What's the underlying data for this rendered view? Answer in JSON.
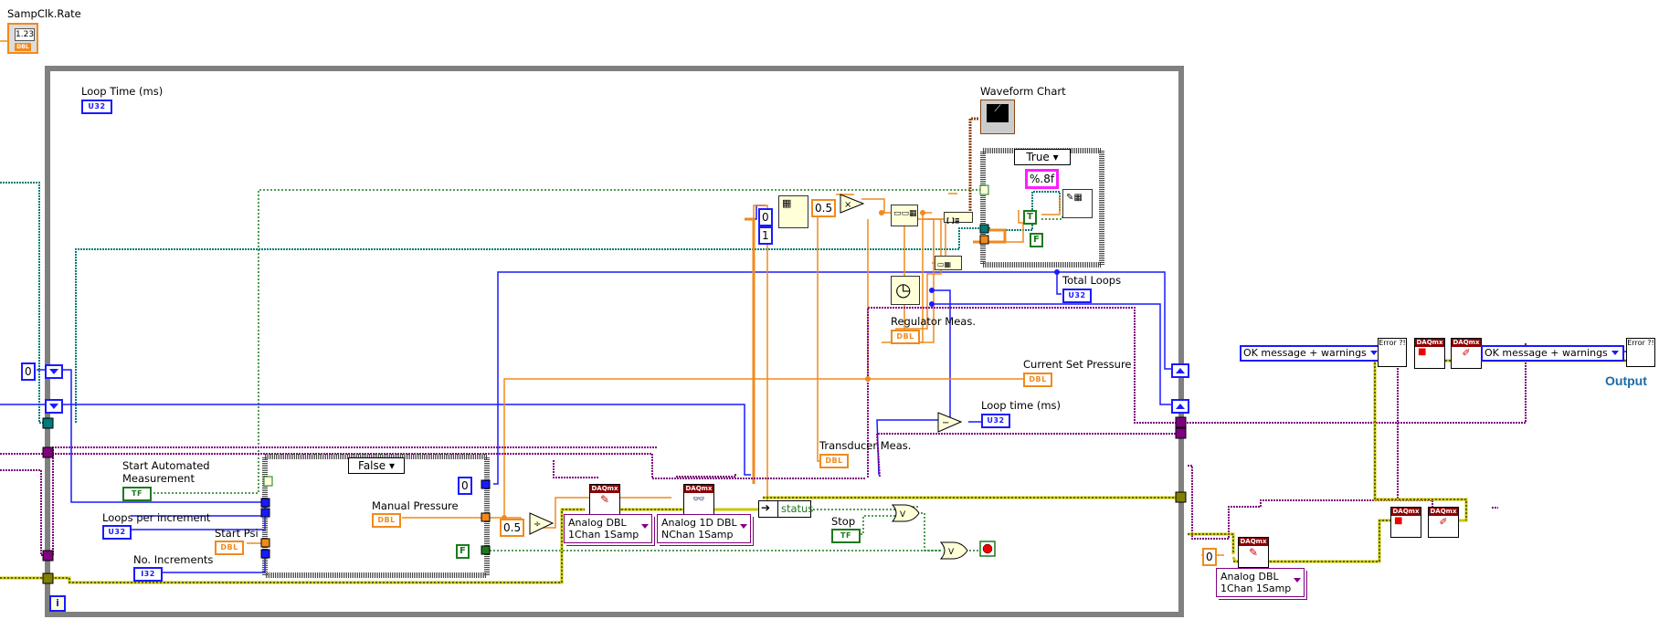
{
  "diagram": {
    "title": "LabVIEW block diagram - pressure regulator automated measurement loop",
    "outside_left": {
      "sampclk_rate": {
        "label": "SampClk.Rate",
        "value_display": "1.23",
        "type": "DBL"
      },
      "shift_init_constant": "0"
    },
    "while_loop": {
      "loop_time_control": {
        "label": "Loop Time (ms)",
        "type": "U32"
      },
      "start_automated": {
        "label_line1": "Start Automated",
        "label_line2": "Measurement",
        "type": "TF"
      },
      "loops_per_increment": {
        "label": "Loops per increment",
        "type": "U32"
      },
      "start_psi": {
        "label": "Start Psi",
        "type": "DBL"
      },
      "no_increments": {
        "label": "No. Increments",
        "type": "I32"
      },
      "iteration_terminal": "i",
      "case_structure_false": {
        "selector": "False",
        "manual_pressure": {
          "label": "Manual Pressure",
          "type": "DBL"
        },
        "constant_zero": "0",
        "constant_false": "F"
      },
      "divide_constant": "0.5",
      "daq_write": {
        "header": "DAQmx",
        "polymorphic_line1": "Analog DBL",
        "polymorphic_line2": "1Chan 1Samp"
      },
      "daq_read": {
        "header": "DAQmx",
        "polymorphic_line1": "Analog 1D DBL",
        "polymorphic_line2": "NChan 1Samp"
      },
      "unbundle_status": "status",
      "stop_control": {
        "label": "Stop",
        "type": "TF"
      },
      "index_constants": [
        "0",
        "1"
      ],
      "multiply_constant": "0.5",
      "waveform_chart": {
        "label": "Waveform Chart"
      },
      "case_structure_true": {
        "selector": "True",
        "format_string": "%.8f",
        "constant_true": "T",
        "constant_false": "F"
      },
      "total_loops": {
        "label": "Total Loops",
        "type": "U32"
      },
      "regulator_meas": {
        "label": "Regulator Meas.",
        "type": "DBL"
      },
      "current_set_pressure": {
        "label": "Current Set Pressure",
        "type": "DBL"
      },
      "loop_time_indicator": {
        "label": "Loop time (ms)",
        "type": "U32"
      },
      "transducer_meas": {
        "label": "Transducer Meas.",
        "type": "DBL"
      }
    },
    "after_loop": {
      "zero_constant": "0",
      "daq_write": {
        "header": "DAQmx",
        "polymorphic_line1": "Analog DBL",
        "polymorphic_line2": "1Chan 1Samp"
      },
      "daq_stop_headers": [
        "DAQmx",
        "DAQmx"
      ],
      "error_enum_1": "OK message + warnings",
      "error_enum_2": "OK message + warnings",
      "error_handler_text": "Error ?!",
      "daq_headers_top": [
        "DAQmx",
        "DAQmx"
      ],
      "output_label": "Output"
    },
    "colors": {
      "integer_wire": "#1a1aff",
      "double_wire": "#f08a1c",
      "boolean_wire": "#1c7a1c",
      "error_wire": "#c8c800",
      "task_wire": "#800080",
      "refnum_wire": "#007a7a",
      "loop_frame": "#808080",
      "output_label": "#1a6aa8"
    }
  }
}
